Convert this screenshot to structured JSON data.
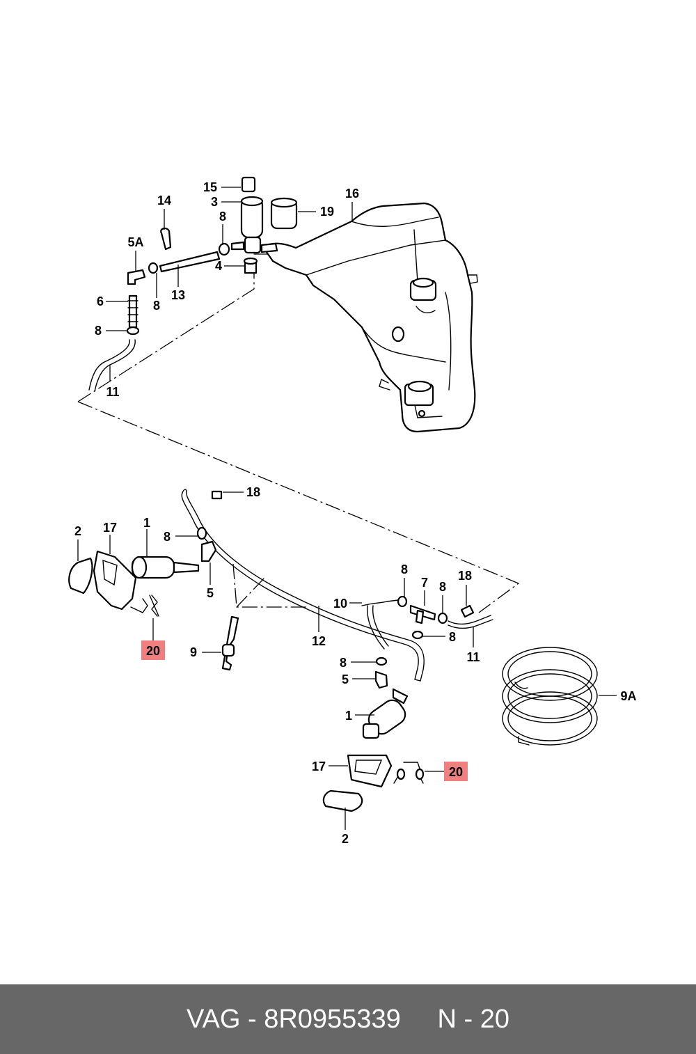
{
  "diagram": {
    "labels": {
      "p15": "15",
      "p3": "3",
      "p14": "14",
      "p8a": "8",
      "p19": "19",
      "p16": "16",
      "p5A": "5A",
      "p4": "4",
      "p13": "13",
      "p6": "6",
      "p8b": "8",
      "p8c": "8",
      "p11a": "11",
      "p18a": "18",
      "p2a": "2",
      "p17a": "17",
      "p1a": "1",
      "p8d": "8",
      "p5a": "5",
      "p20a": "20",
      "p9": "9",
      "p12": "12",
      "p10": "10",
      "p8e": "8",
      "p7": "7",
      "p8f": "8",
      "p18b": "18",
      "p8g": "8",
      "p11b": "11",
      "p8h": "8",
      "p5b": "5",
      "p9A": "9A",
      "p1b": "1",
      "p17b": "17",
      "p20b": "20",
      "p2b": "2"
    },
    "highlight_color": "#f08080"
  },
  "footer": {
    "text": "VAG - 8R0955339     N - 20",
    "background": "#676767"
  }
}
